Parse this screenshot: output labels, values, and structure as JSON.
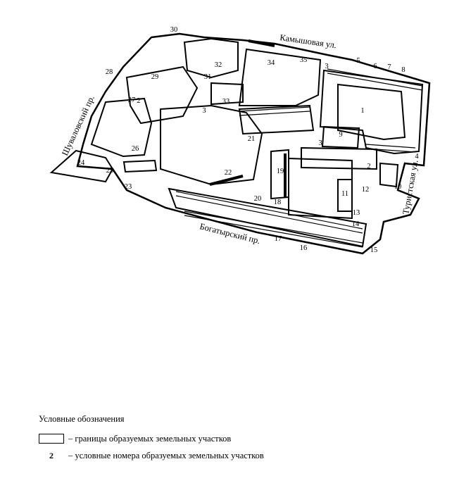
{
  "streets": {
    "kamyshovaya": "Камышовая ул.",
    "shuvalovsky": "Шуваловский пр.",
    "turistskaya": "Туристская ул.",
    "bogatyrsky": "Богатырский пр."
  },
  "parcels": [
    "1",
    "2",
    "3",
    "4",
    "5",
    "6",
    "7",
    "8",
    "9",
    "10",
    "11",
    "12",
    "13",
    "14",
    "15",
    "16",
    "17",
    "18",
    "19",
    "20",
    "21",
    "22",
    "23",
    "24",
    "25",
    "26",
    "27",
    "28",
    "29",
    "30",
    "31",
    "32",
    "33",
    "34",
    "35"
  ],
  "parcel_labels": [
    {
      "id": "1",
      "text": "1"
    },
    {
      "id": "2a",
      "text": "2"
    },
    {
      "id": "2b",
      "text": "2"
    },
    {
      "id": "3a",
      "text": "3"
    },
    {
      "id": "3b",
      "text": "3"
    },
    {
      "id": "3c",
      "text": "3"
    },
    {
      "id": "4",
      "text": "4"
    },
    {
      "id": "5",
      "text": "5"
    },
    {
      "id": "6",
      "text": "6"
    },
    {
      "id": "7",
      "text": "7"
    },
    {
      "id": "8",
      "text": "8"
    },
    {
      "id": "9",
      "text": "9"
    },
    {
      "id": "10",
      "text": "10"
    },
    {
      "id": "11",
      "text": "11"
    },
    {
      "id": "12",
      "text": "12"
    },
    {
      "id": "13",
      "text": "13"
    },
    {
      "id": "14",
      "text": "14"
    },
    {
      "id": "15",
      "text": "15"
    },
    {
      "id": "16",
      "text": "16"
    },
    {
      "id": "17",
      "text": "17"
    },
    {
      "id": "18",
      "text": "18"
    },
    {
      "id": "19",
      "text": "19"
    },
    {
      "id": "20",
      "text": "20"
    },
    {
      "id": "21",
      "text": "21"
    },
    {
      "id": "22",
      "text": "22"
    },
    {
      "id": "23",
      "text": "23"
    },
    {
      "id": "24",
      "text": "24"
    },
    {
      "id": "25",
      "text": "25"
    },
    {
      "id": "26",
      "text": "26"
    },
    {
      "id": "27",
      "text": "27"
    },
    {
      "id": "28",
      "text": "28"
    },
    {
      "id": "29",
      "text": "29"
    },
    {
      "id": "30",
      "text": "30"
    },
    {
      "id": "31",
      "text": "31"
    },
    {
      "id": "32",
      "text": "32"
    },
    {
      "id": "33",
      "text": "33"
    },
    {
      "id": "34",
      "text": "34"
    },
    {
      "id": "35",
      "text": "35"
    }
  ],
  "legend": {
    "title": "Условные обозначения",
    "boundary_text": "– границы образуемых земельных участков",
    "number_sample": "2",
    "number_text": "– условные номера образуемых земельных участков"
  }
}
